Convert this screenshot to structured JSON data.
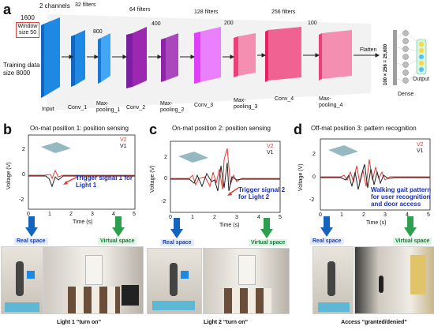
{
  "panel_a": {
    "label": "a",
    "channels": "2 channels",
    "window_size": "Window size 50",
    "dim_1600": "1600",
    "dim_800": "800",
    "dim_400": "400",
    "dim_200": "200",
    "dim_100": "100",
    "training_data": "Training data size 8000",
    "filters": [
      "32 filters",
      "64 filters",
      "128 filters",
      "256 filters"
    ],
    "layers": [
      "Input",
      "Conv_1",
      "Max-pooling_1",
      "Conv_2",
      "Max-pooling_2",
      "Conv_3",
      "Max-pooling_3",
      "Conv_4",
      "Max-pooling_4"
    ],
    "flatten": "Flatten",
    "flatten_size": "100 × 256 = 25,600",
    "dense": "Dense",
    "output": "Output"
  },
  "panel_b": {
    "label": "b",
    "title": "On-mat position 1: position sensing",
    "trigger": "Trigger signal 1 for Light 1",
    "real_space": "Real space",
    "virtual_space": "Virtual space",
    "caption": "Light 1 “turn on”"
  },
  "panel_c": {
    "label": "c",
    "title": "On-mat position 2: position sensing",
    "trigger": "Trigger signal 2 for Light 2",
    "real_space": "Real space",
    "virtual_space": "Virtual space",
    "caption": "Light 2 “turn on”"
  },
  "panel_d": {
    "label": "d",
    "title": "Off-mat position 3: pattern recognition",
    "trigger": "Walking gait pattern for user recognition and door access",
    "real_space": "Real space",
    "virtual_space": "Virtual space",
    "caption": "Access “granted/denied”"
  },
  "plot_common": {
    "ylabel": "Voltage (V)",
    "xlabel": "Time (s)",
    "legend": [
      "V2",
      "V1"
    ],
    "yticks": [
      "2",
      "0",
      "-2"
    ],
    "xticks": [
      "0",
      "1",
      "2",
      "3",
      "4",
      "5"
    ]
  },
  "colors": {
    "v2": "#e53935",
    "v1": "#222222",
    "cnn_blue": "#1e88e5",
    "cnn_purple": "#9c27b0",
    "cnn_magenta": "#e040fb",
    "cnn_pink": "#f06292"
  }
}
